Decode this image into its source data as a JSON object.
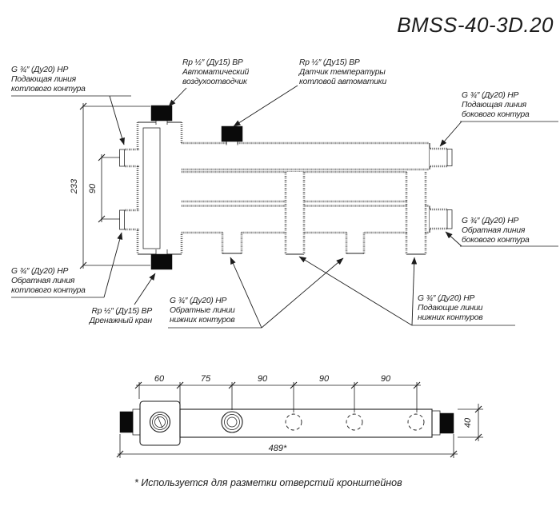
{
  "title": "BMSS-40-3D.20",
  "front_view": {
    "labels": {
      "boiler_supply": {
        "lines": [
          "G ¾″ (Ду20) НР",
          "Подающая линия",
          "котлового контура"
        ]
      },
      "air_vent": {
        "lines": [
          "Rp ½″ (Ду15) ВР",
          "Автоматический",
          "воздухоотводчик"
        ]
      },
      "temp_sensor": {
        "lines": [
          "Rp ½″ (Ду15) ВР",
          "Датчик температуры",
          "котловой автоматики"
        ]
      },
      "side_supply": {
        "lines": [
          "G ¾″ (Ду20) НР",
          "Подающая линия",
          "бокового контура"
        ]
      },
      "side_return": {
        "lines": [
          "G ¾″ (Ду20) НР",
          "Обратная линия",
          "бокового контура"
        ]
      },
      "boiler_return": {
        "lines": [
          "G ¾″ (Ду20) НР",
          "Обратная линия",
          "котлового контура"
        ]
      },
      "drain": {
        "lines": [
          "Rp ½″ (Ду15) ВР",
          "Дренажный кран"
        ]
      },
      "lower_return": {
        "lines": [
          "G ¾″ (Ду20) НР",
          "Обратные линии",
          "нижних контуров"
        ]
      },
      "lower_supply": {
        "lines": [
          "G ¾″ (Ду20) НР",
          "Подающие линии",
          "нижних контуров"
        ]
      }
    },
    "dimensions": {
      "total_height": "233",
      "port_spacing": "90"
    }
  },
  "plan_view": {
    "dimensions": {
      "segments": [
        "60",
        "75",
        "90",
        "90",
        "90"
      ],
      "total_length": "489*",
      "barrel_height": "40"
    }
  },
  "footnote": "* Используется для разметки отверстий кронштейнов",
  "colors": {
    "line": "#1c1c1c",
    "background": "#ffffff",
    "fitting": "#000000"
  }
}
